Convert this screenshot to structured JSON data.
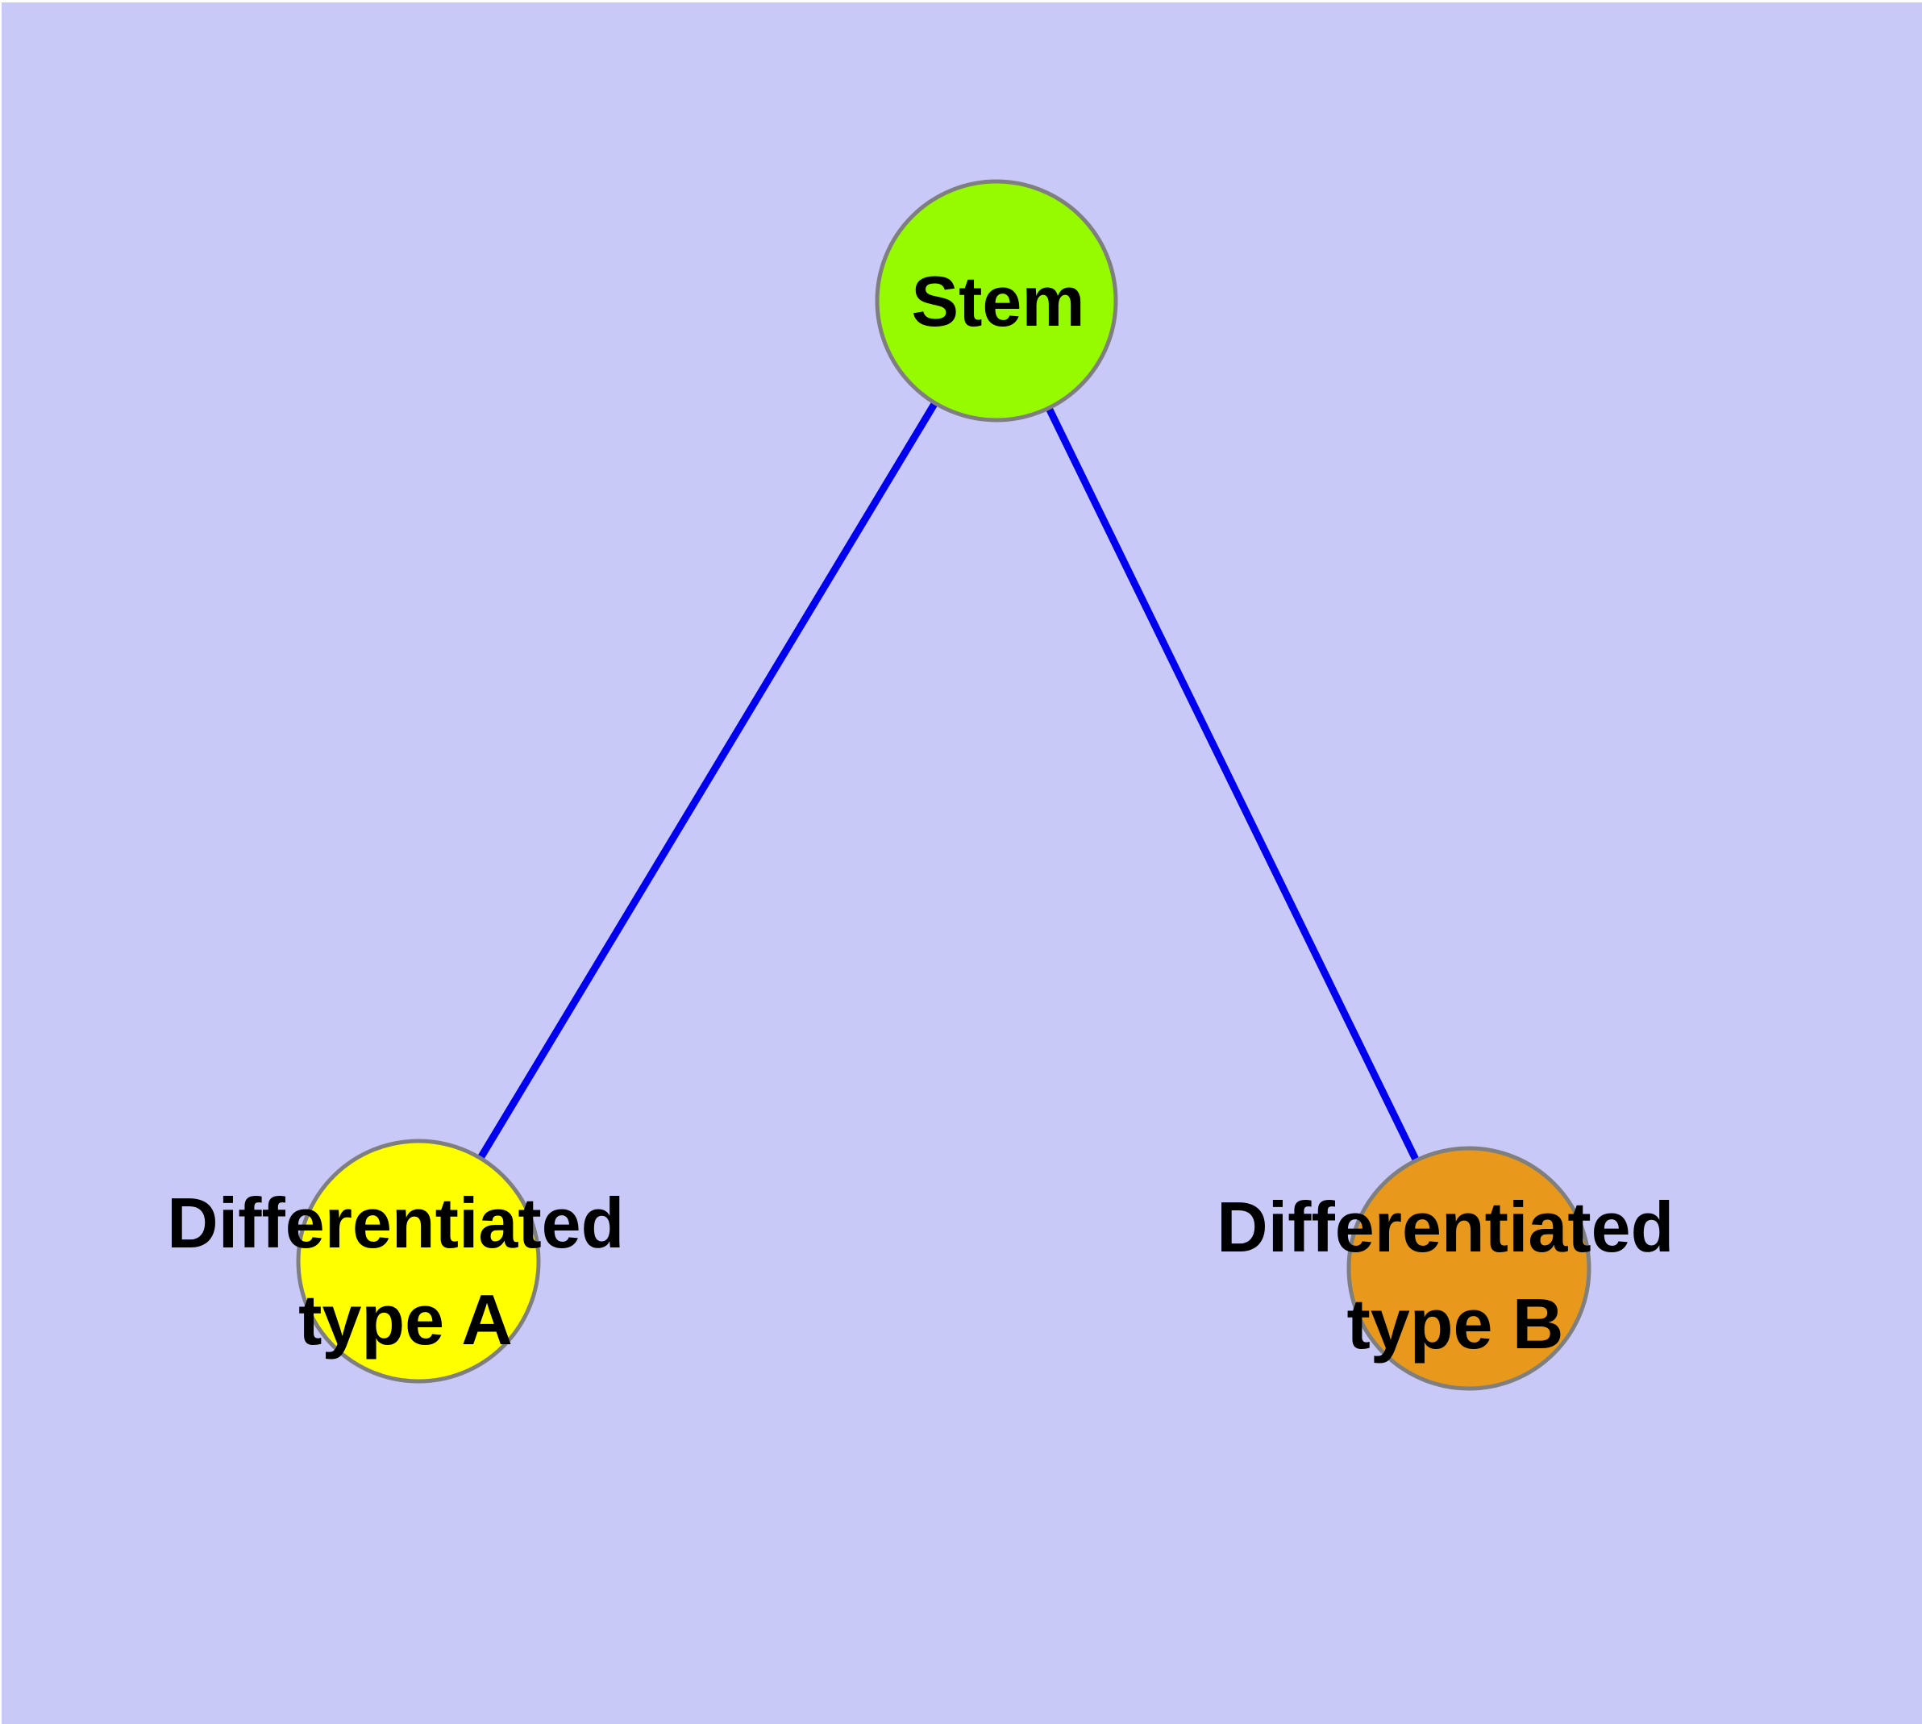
{
  "diagram": {
    "type": "node-link-graph",
    "background_color": "#C9C9F8",
    "edge_color": "#0000EE",
    "node_border_color": "#7F7F7F",
    "label_color": "#000000",
    "nodes": [
      {
        "id": "stem",
        "label": "Stem",
        "fill": "#97FB00"
      },
      {
        "id": "differentiated-type-a",
        "label": "Differentiated type A",
        "label_line1": "Differentiated",
        "label_line2": "type A",
        "fill": "#FFFF00"
      },
      {
        "id": "differentiated-type-b",
        "label": "Differentiated type B",
        "label_line1": "Differentiated",
        "label_line2": "type B",
        "fill": "#E8991C"
      }
    ],
    "edges": [
      {
        "from": "stem",
        "to": "differentiated-type-a"
      },
      {
        "from": "stem",
        "to": "differentiated-type-b"
      }
    ]
  }
}
